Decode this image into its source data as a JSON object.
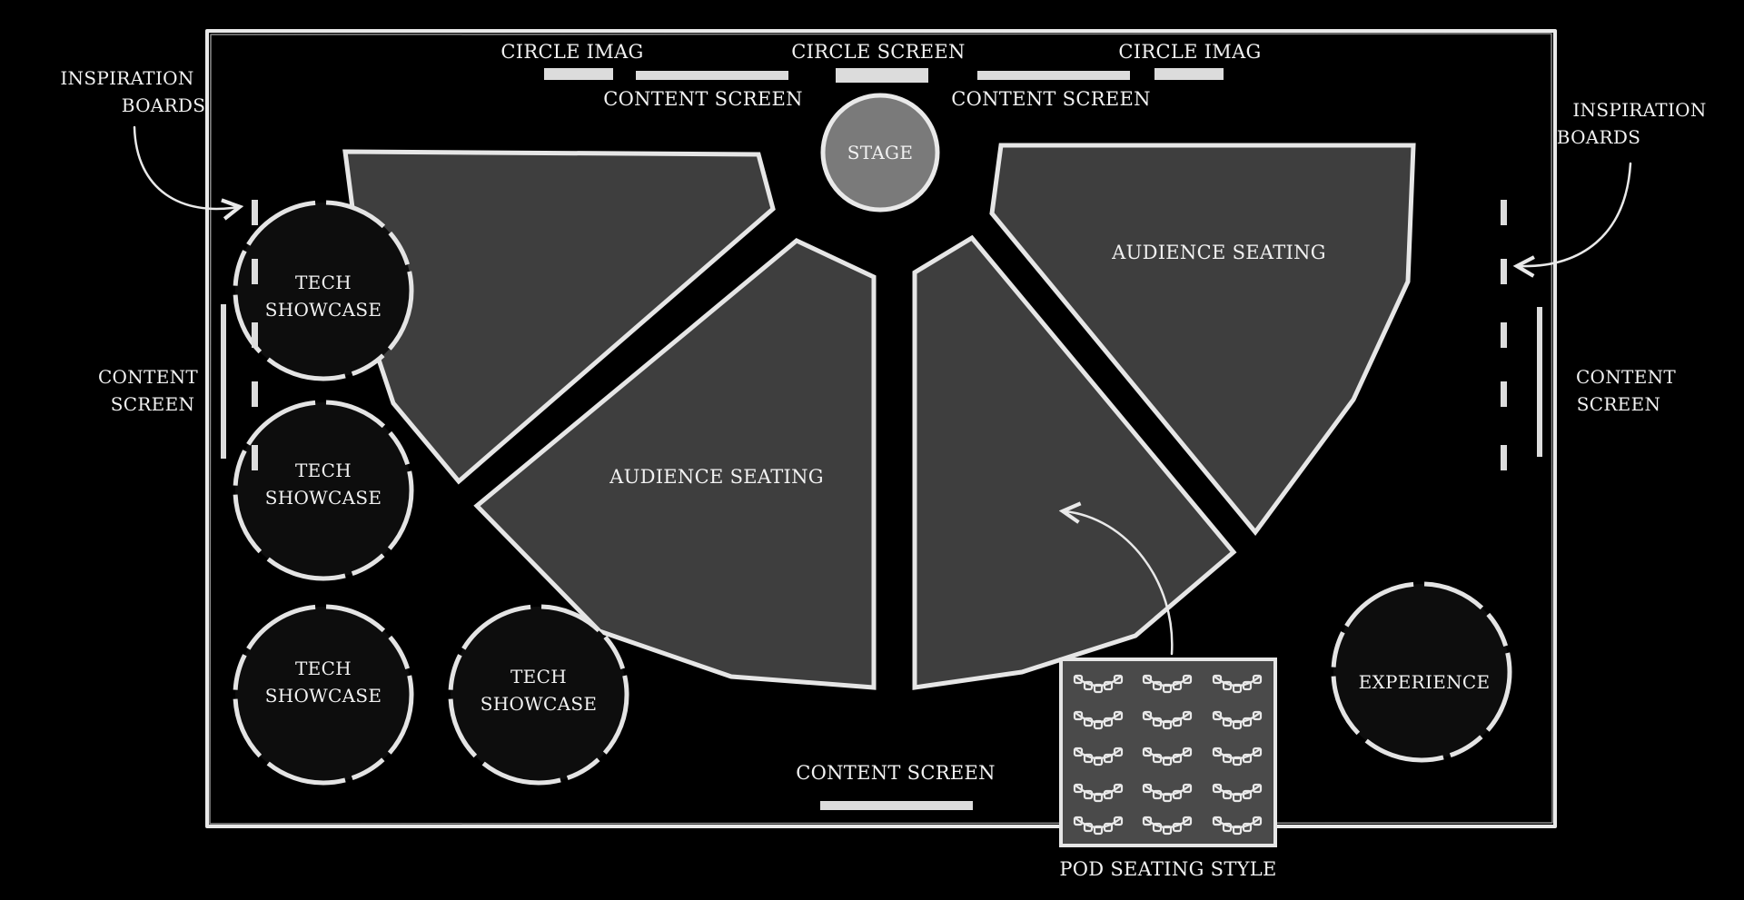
{
  "labels": {
    "circle_imag_left": "CIRCLE IMAG",
    "circle_screen": "CIRCLE SCREEN",
    "circle_imag_right": "CIRCLE IMAG",
    "content_screen_top_left": "CONTENT SCREEN",
    "content_screen_top_right": "CONTENT SCREEN",
    "stage": "STAGE",
    "inspiration_left_1": "INSPIRATION",
    "inspiration_left_2": "BOARDS",
    "inspiration_right_1": "INSPIRATION",
    "inspiration_right_2": "BOARDS",
    "content_screen_left_1": "CONTENT",
    "content_screen_left_2": "SCREEN",
    "content_screen_right_1": "CONTENT",
    "content_screen_right_2": "SCREEN",
    "audience_seating_center": "AUDIENCE SEATING",
    "audience_seating_right": "AUDIENCE SEATING",
    "tech_1_a": "TECH",
    "tech_1_b": "SHOWCASE",
    "tech_2_a": "TECH",
    "tech_2_b": "SHOWCASE",
    "tech_3_a": "TECH",
    "tech_3_b": "SHOWCASE",
    "tech_4_a": "TECH",
    "tech_4_b": "SHOWCASE",
    "experience": "EXPERIENCE",
    "content_screen_bottom": "CONTENT SCREEN",
    "pod_seating_style": "POD SEATING STYLE"
  },
  "colors": {
    "background": "#000000",
    "seating_fill": "#3e3e3e",
    "stage_fill": "#7a7a7a",
    "chalk_line": "#e9e9e9"
  }
}
